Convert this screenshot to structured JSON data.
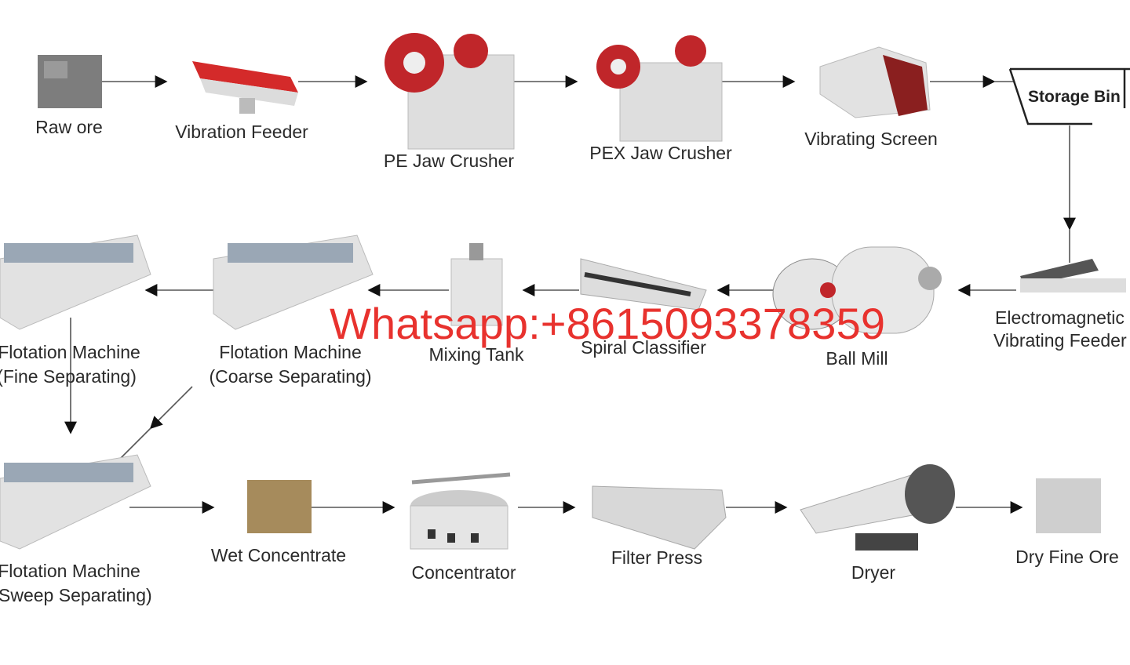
{
  "diagram": {
    "row1": {
      "raw_ore": "Raw ore",
      "vibration_feeder": "Vibration Feeder",
      "pe_jaw_crusher": "PE Jaw Crusher",
      "pex_jaw_crusher": "PEX Jaw Crusher",
      "vibrating_screen": "Vibrating Screen",
      "storage_bin": "Storage Bin"
    },
    "row2": {
      "em_feeder_line1": "Electromagnetic",
      "em_feeder_line2": "Vibrating Feeder",
      "ball_mill": "Ball Mill",
      "spiral_classifier": "Spiral Classifier",
      "mixing_tank": "Mixing Tank",
      "flotation_coarse_line1": "Flotation Machine",
      "flotation_coarse_line2": "(Coarse Separating)",
      "flotation_fine_line1": "Flotation Machine",
      "flotation_fine_line2": "(Fine Separating)"
    },
    "row3": {
      "flotation_sweep_line1": "Flotation Machine",
      "flotation_sweep_line2": "(Sweep Separating)",
      "wet_concentrate": "Wet Concentrate",
      "concentrator": "Concentrator",
      "filter_press": "Filter Press",
      "dryer": "Dryer",
      "dry_fine_ore": "Dry Fine Ore"
    },
    "watermark": "Whatsapp:+8615093378359",
    "colors": {
      "watermark": "#e8322e",
      "accent_red": "#c0262a",
      "machine_grey": "#d8d8d8"
    }
  }
}
